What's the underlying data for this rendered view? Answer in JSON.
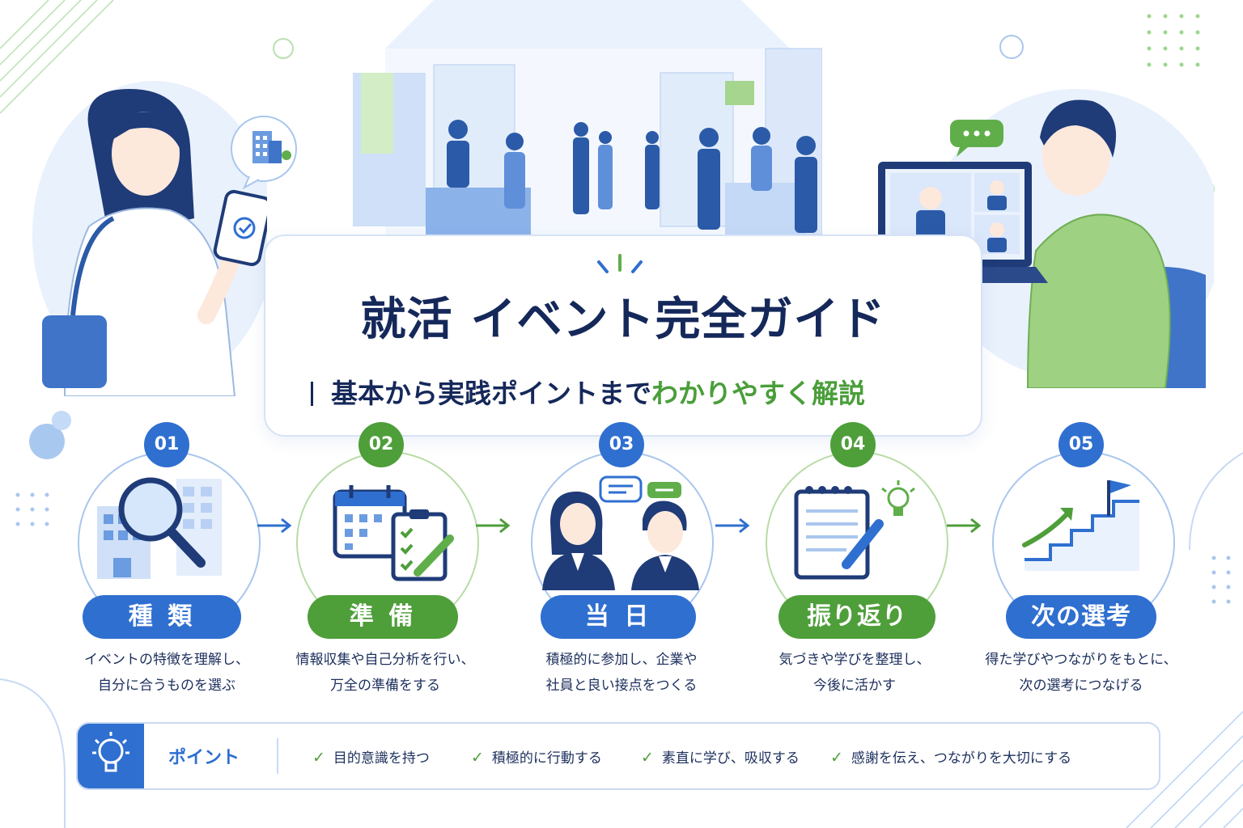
{
  "title": {
    "part1": "就活",
    "part2": "イベント完全ガイド",
    "subtitle_main": "基本から実践ポイントまで",
    "subtitle_accent": "わかりやすく解説"
  },
  "steps": [
    {
      "number": "01",
      "label": "種 類",
      "desc1": "イベントの特徴を理解し、",
      "desc2": "自分に合うものを選ぶ",
      "icon": "magnifier-building-icon"
    },
    {
      "number": "02",
      "label": "準 備",
      "desc1": "情報収集や自己分析を行い、",
      "desc2": "万全の準備をする",
      "icon": "calendar-checklist-icon"
    },
    {
      "number": "03",
      "label": "当 日",
      "desc1": "積極的に参加し、企業や",
      "desc2": "社員と良い接点をつくる",
      "icon": "conversation-icon"
    },
    {
      "number": "04",
      "label": "振り返り",
      "desc1": "気づきや学びを整理し、",
      "desc2": "今後に活かす",
      "icon": "notepad-bulb-icon"
    },
    {
      "number": "05",
      "label": "次の選考",
      "desc1": "得た学びやつながりをもとに、",
      "desc2": "次の選考につなげる",
      "icon": "stairs-flag-icon"
    }
  ],
  "points": {
    "label": "ポイント",
    "items": [
      "目的意識を持つ",
      "積極的に行動する",
      "素直に学び、吸収する",
      "感謝を伝え、つながりを大切にする"
    ]
  },
  "colors": {
    "navy": "#15285a",
    "blue": "#2f6fd0",
    "green": "#4e9e3a",
    "light_blue": "#a9c6ee"
  }
}
